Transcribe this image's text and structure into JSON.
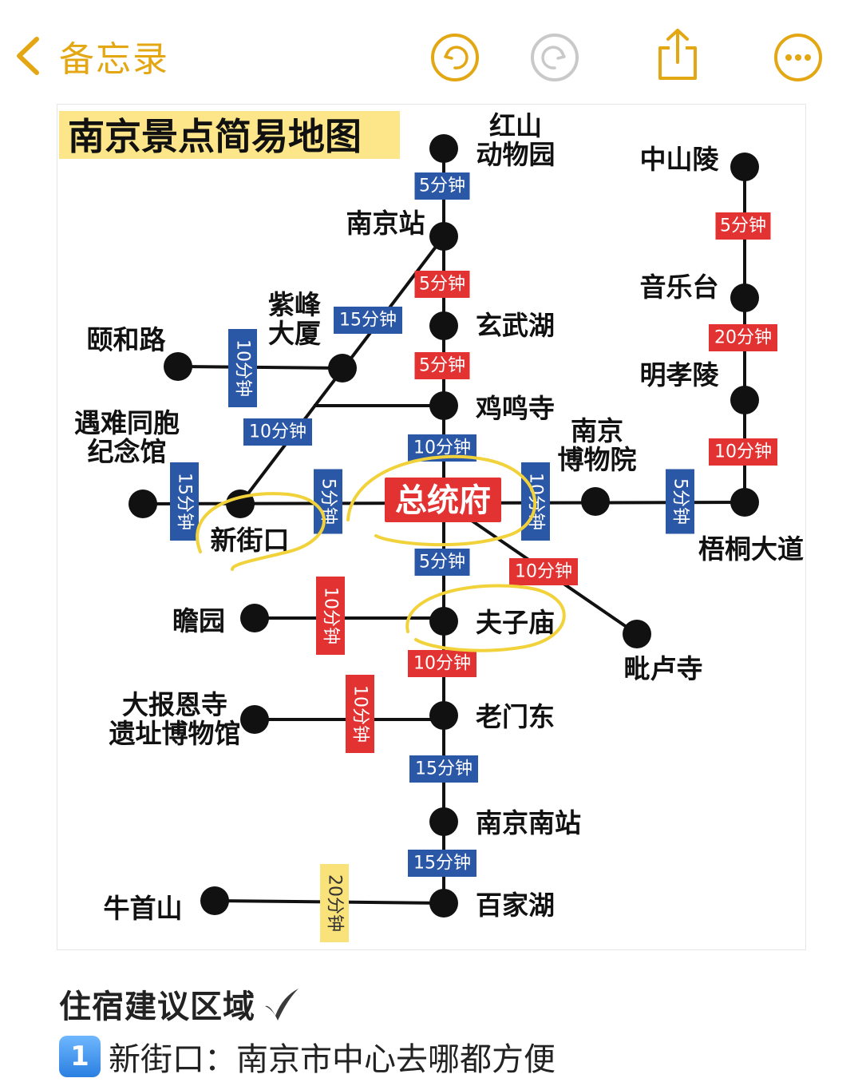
{
  "topbar": {
    "back_label": "备忘录",
    "accent_color": "#E4A714",
    "icons": [
      "chevron-left-icon",
      "undo-icon",
      "redo-icon",
      "share-icon",
      "more-icon"
    ]
  },
  "map": {
    "title": "南京景点简易地图",
    "title_highlight": "#FDE68A",
    "colors": {
      "blue": "#2B57A7",
      "red": "#E23232",
      "yellow": "#F9E27A",
      "line": "#111111",
      "circle": "#F2D23A"
    },
    "stations": {
      "hongshan": "红山\n动物园",
      "nanjing_zhan": "南京站",
      "xuanwuhu": "玄武湖",
      "jimingsi": "鸡鸣寺",
      "zongtongfu": "总统府",
      "fuzimiao": "夫子庙",
      "laomendong": "老门东",
      "nanjing_nan": "南京南站",
      "baijiahu": "百家湖",
      "niushoushan": "牛首山",
      "dabaoen": "大报恩寺\n遗址博物馆",
      "zhanyuan": "瞻园",
      "pilusi": "毗卢寺",
      "xinjiekou": "新街口",
      "yunan": "遇难同胞\n纪念馆",
      "yiheLu": "颐和路",
      "zifeng": "紫峰\n大厦",
      "nanjing_bowuyuan": "南京\n博物院",
      "wutong": "梧桐大道",
      "zhongshanling": "中山陵",
      "yinyuetai": "音乐台",
      "mingxiaoling": "明孝陵"
    },
    "times": {
      "hongshan_njz": "5分钟",
      "njz_xwh": "5分钟",
      "njz_zifeng": "15分钟",
      "xwh_jms": "5分钟",
      "jms_ztf": "10分钟",
      "zifeng_xjk": "10分钟",
      "yihe_zifeng": "10分钟",
      "yunan_xjk": "15分钟",
      "xjk_ztf": "5分钟",
      "ztf_bwy": "10分钟",
      "bwy_wutong": "5分钟",
      "ztf_fzm": "5分钟",
      "ztf_pilu": "10分钟",
      "zhanyuan_fzm": "10分钟",
      "fzm_lmd": "10分钟",
      "dabaoen_lmd": "10分钟",
      "lmd_njn": "15分钟",
      "njn_bjh": "15分钟",
      "niushou_bjh": "20分钟",
      "zsl_yyt": "5分钟",
      "yyt_mxl": "20分钟",
      "mxl_wutong": "10分钟"
    }
  },
  "notes": {
    "section_title": "住宿建议区域",
    "check_icon": "check-icon",
    "items": [
      {
        "number": "1",
        "text": "新街口：南京市中心去哪都方便"
      }
    ]
  }
}
